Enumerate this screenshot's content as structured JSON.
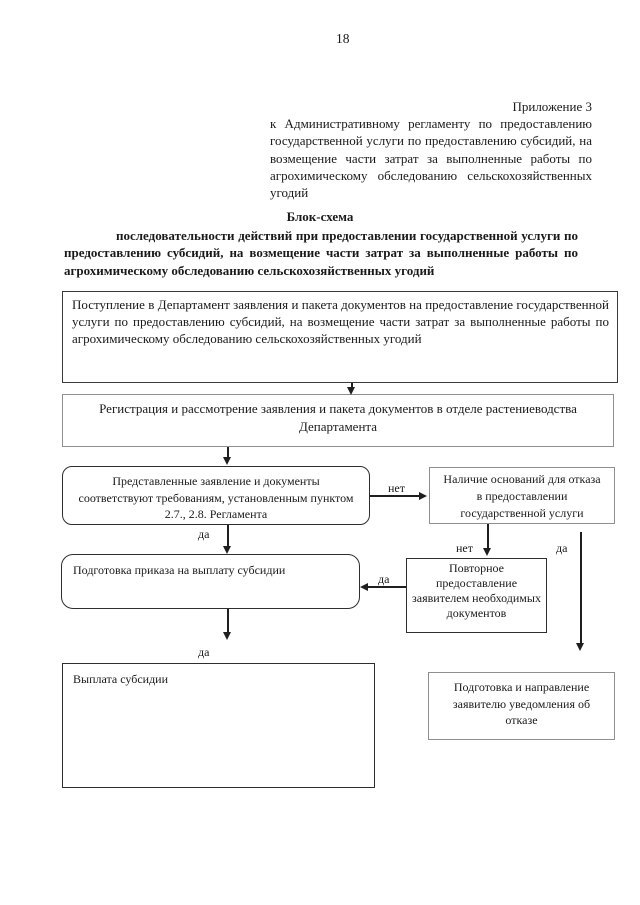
{
  "page": {
    "number": "18"
  },
  "appendix": {
    "line1": "Приложение 3",
    "body": "к Административному регламенту по предоставлению государственной услуги по предоставлению субсидий, на возмещение части затрат за выполненные работы по агрохимическому обследованию сельскохозяйственных угодий"
  },
  "title": {
    "heading": "Блок-схема",
    "body": "последовательности действий при предоставлении государственной услуги по предоставлению субсидий, на возмещение части затрат за выполненные работы по агрохимическому обследованию сельскохозяйственных угодий"
  },
  "flowchart": {
    "box_intake": "Поступление в Департамент заявления и пакета документов на предоставление государственной услуги по предоставлению субсидий, на возмещение части затрат за выполненные работы по агрохимическому обследованию сельскохозяйственных угодий",
    "box_registration": "Регистрация и рассмотрение заявления и пакета документов в отделе растениеводства Департамента",
    "box_check": "Представленные заявление и документы соответствуют требованиям, установленным пунктом 2.7., 2.8. Регламента",
    "box_refusal_grounds": "Наличие оснований для отказа в предоставлении государственной услуги",
    "box_order": "Подготовка приказа на выплату субсидии",
    "box_resubmit": "Повторное предоставление заявителем необходимых документов",
    "box_payment": "Выплата субсидии",
    "box_notice": "Подготовка и направление заявителю уведомления об отказе",
    "labels": {
      "no_to_refusal": "нет",
      "yes_to_order": "да",
      "no_to_resubmit": "нет",
      "yes_to_notice": "да",
      "yes_resubmit_to_order": "да",
      "yes_to_payment": "да"
    }
  }
}
